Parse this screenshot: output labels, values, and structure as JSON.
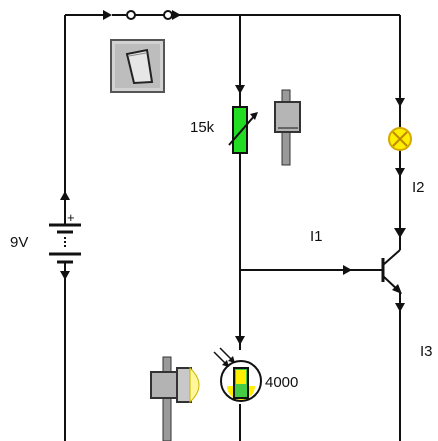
{
  "labels": {
    "voltage": "9V",
    "battery_plus": "+",
    "potentiometer": "15k",
    "current_base": "I1",
    "current_collector": "I2",
    "current_emitter": "I3",
    "ldr_value": "4000"
  },
  "colors": {
    "wire": "#111111",
    "pot_body": "#22dd22",
    "lamp": "#ffee00",
    "ldr_fill": "#ffee00",
    "ldr_body": "#44cc44",
    "slider": "#9a9a9a",
    "switch_panel": "#cfcfcf",
    "lamp_glow": "#fff79a"
  },
  "icons": {
    "toggle_switch": "toggle-switch-icon",
    "pot_slider": "slider-control-icon",
    "flashlight": "flashlight-icon",
    "lamp": "lamp-icon",
    "ldr": "light-dependent-resistor-icon",
    "transistor": "npn-transistor-icon",
    "battery": "battery-icon"
  }
}
